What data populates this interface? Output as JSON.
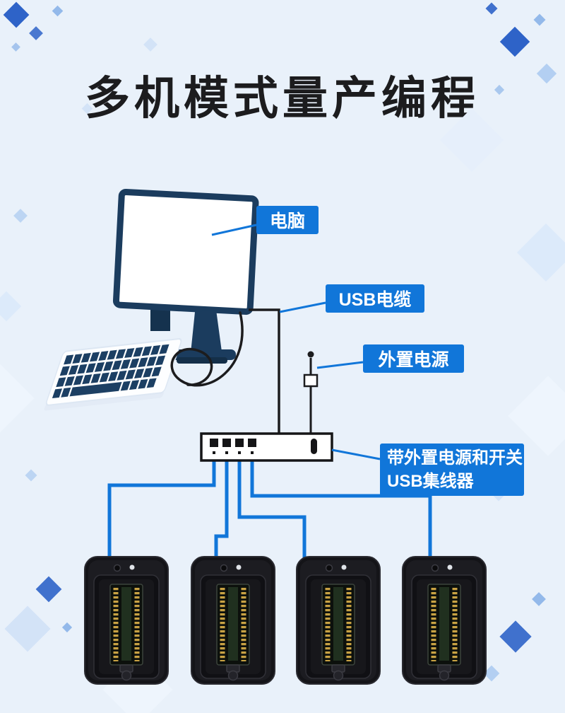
{
  "title": "多机模式量产编程",
  "callouts": {
    "computer": "电脑",
    "usb_cable": "USB电缆",
    "external_power": "外置电源",
    "hub_line1": "带外置电源和开关",
    "hub_line2": "USB集线器"
  },
  "colors": {
    "background": "#e9f1fa",
    "accent_blue": "#1176d9",
    "title_color": "#1c1c1e",
    "monitor_navy": "#1b3c5e",
    "device_black": "#141418"
  },
  "diagram": {
    "programmer_count": 4,
    "hub_port_count": 4
  }
}
